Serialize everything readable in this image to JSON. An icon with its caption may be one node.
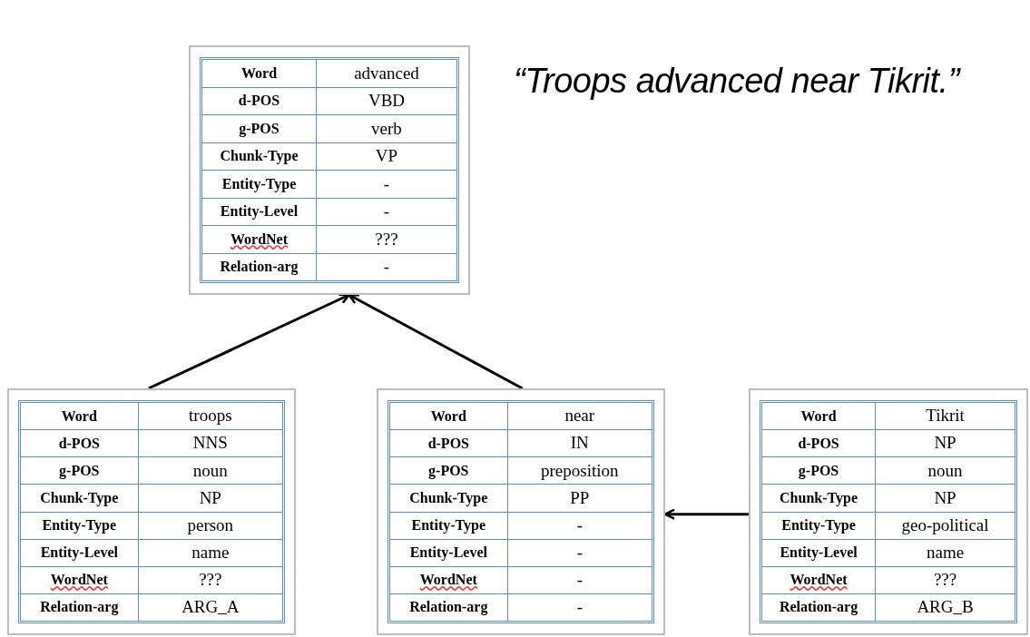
{
  "diagram": {
    "title": "“Troops advanced near Tikrit.”",
    "nodes": [
      {
        "text": [
          "Word",
          "advanced",
          "d-POS",
          "VBD",
          "g-POS",
          "verb",
          "Chunk-Type",
          "VP",
          "Entity-Type",
          "-",
          "Entity-Level",
          "-",
          "WordNet",
          "???",
          "Relation-arg",
          "-"
        ]
      },
      {
        "text": [
          "Word",
          "troops",
          "d-POS",
          "NNS",
          "g-POS",
          "noun",
          "Chunk-Type",
          "NP",
          "Entity-Type",
          "person",
          "Entity-Level",
          "name",
          "WordNet",
          "???",
          "Relation-arg",
          "ARG_A"
        ]
      },
      {
        "text": [
          "Word",
          "near",
          "d-POS",
          "IN",
          "g-POS",
          "preposition",
          "Chunk-Type",
          "PP",
          "Entity-Type",
          "-",
          "Entity-Level",
          "-",
          "WordNet",
          "-",
          "Relation-arg",
          "-"
        ]
      },
      {
        "text": [
          "Word",
          "Tikrit",
          "d-POS",
          "NP",
          "g-POS",
          "noun",
          "Chunk-Type",
          "NP",
          "Entity-Type",
          "geo-political",
          "Entity-Level",
          "name",
          "WordNet",
          "???",
          "Relation-arg",
          "ARG_B"
        ]
      }
    ],
    "edges": [
      {
        "from": 1,
        "to": 0,
        "arrow": "to"
      },
      {
        "from": 2,
        "to": 0,
        "arrow": "to"
      },
      {
        "from": 3,
        "to": 2,
        "arrow": "to"
      }
    ]
  }
}
